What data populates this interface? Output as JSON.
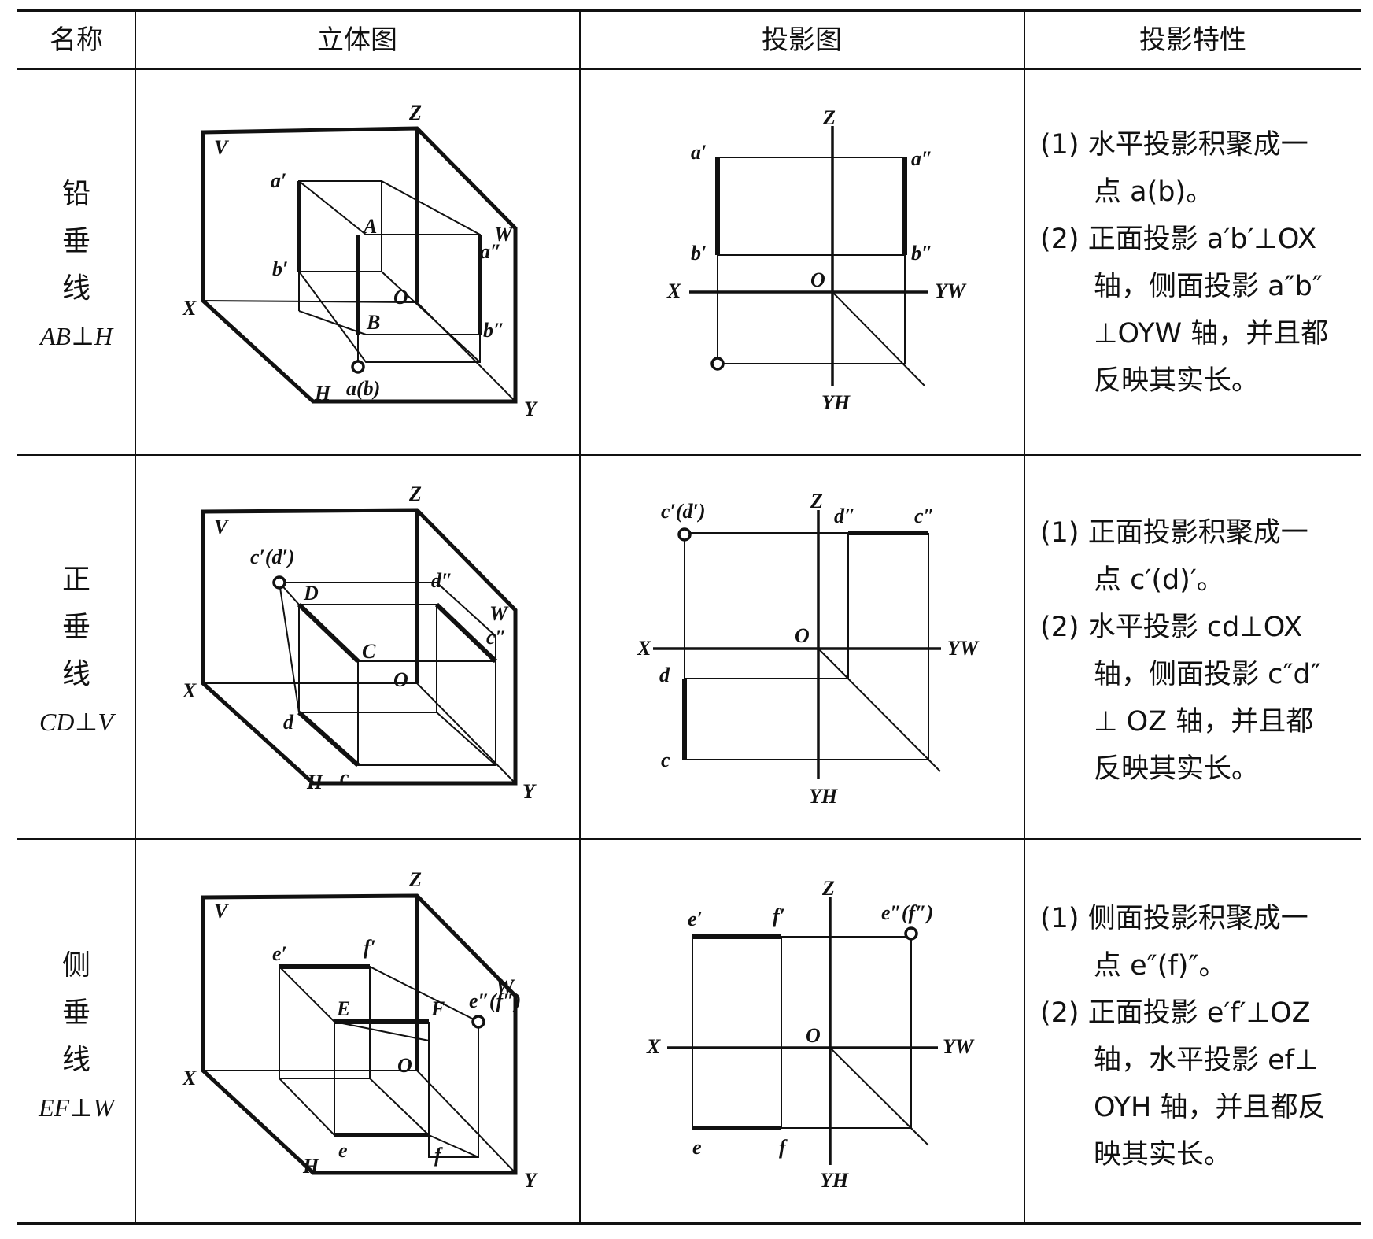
{
  "headers": [
    "名称",
    "立体图",
    "投影图",
    "投影特性"
  ],
  "rows": [
    {
      "name_chars": [
        "铅",
        "垂",
        "线"
      ],
      "name_eq": "AB⊥H",
      "solid_labels": {
        "Z": "Z",
        "V": "V",
        "W": "W",
        "X": "X",
        "Y": "Y",
        "H": "H",
        "O": "O",
        "a1": "a′",
        "b1": "b′",
        "A": "A",
        "B": "B",
        "a2": "a″",
        "b2": "b″",
        "ab": "a(b)"
      },
      "proj_labels": {
        "Z": "Z",
        "X": "X",
        "O": "O",
        "YW": "YW",
        "YH": "YH",
        "a1": "a′",
        "b1": "b′",
        "a2": "a″",
        "b2": "b″"
      },
      "props": [
        [
          "(1) 水平投影积聚成一",
          "点 a(b)。"
        ],
        [
          "(2) 正面投影 a′b′⊥OX",
          "轴，侧面投影 a″b″",
          "⊥OYW 轴，并且都",
          "反映其实长。"
        ]
      ]
    },
    {
      "name_chars": [
        "正",
        "垂",
        "线"
      ],
      "name_eq": "CD⊥V",
      "solid_labels": {
        "Z": "Z",
        "V": "V",
        "W": "W",
        "X": "X",
        "Y": "Y",
        "H": "H",
        "O": "O",
        "cd1": "c′(d′)",
        "D": "D",
        "C": "C",
        "d2": "d″",
        "c2": "c″",
        "d": "d",
        "c": "c"
      },
      "proj_labels": {
        "Z": "Z",
        "X": "X",
        "O": "O",
        "YW": "YW",
        "YH": "YH",
        "cd1": "c′(d′)",
        "d2": "d″",
        "c2": "c″",
        "d": "d",
        "c": "c"
      },
      "props": [
        [
          "(1) 正面投影积聚成一",
          "点 c′(d)′。"
        ],
        [
          "(2) 水平投影 cd⊥OX",
          "轴，侧面投影 c″d″",
          "⊥ OZ 轴，并且都",
          "反映其实长。"
        ]
      ]
    },
    {
      "name_chars": [
        "侧",
        "垂",
        "线"
      ],
      "name_eq": "EF⊥W",
      "solid_labels": {
        "Z": "Z",
        "V": "V",
        "W": "W",
        "X": "X",
        "Y": "Y",
        "H": "H",
        "O": "O",
        "e1": "e′",
        "f1": "f′",
        "E": "E",
        "F": "F",
        "ef2": "e″(f″)",
        "e": "e",
        "f": "f"
      },
      "proj_labels": {
        "Z": "Z",
        "X": "X",
        "O": "O",
        "YW": "YW",
        "YH": "YH",
        "e1": "e′",
        "f1": "f′",
        "ef2": "e″(f″)",
        "e": "e",
        "f": "f"
      },
      "props": [
        [
          "(1) 侧面投影积聚成一",
          "点 e″(f)″。"
        ],
        [
          "(2) 正面投影 e′f′⊥OZ",
          "轴，水平投影 ef⊥",
          "OYH 轴，并且都反",
          "映其实长。"
        ]
      ]
    }
  ]
}
